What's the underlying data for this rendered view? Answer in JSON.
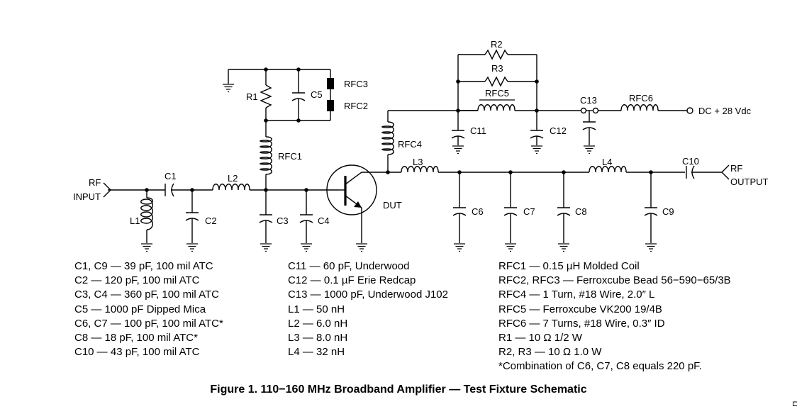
{
  "labels": {
    "rf_input_1": "RF",
    "rf_input_2": "INPUT",
    "rf_output_1": "RF",
    "rf_output_2": "OUTPUT",
    "dut": "DUT",
    "dc_supply": "DC + 28 Vdc",
    "C1": "C1",
    "C2": "C2",
    "C3": "C3",
    "C4": "C4",
    "C5": "C5",
    "C6": "C6",
    "C7": "C7",
    "C8": "C8",
    "C9": "C9",
    "C10": "C10",
    "C11": "C11",
    "C12": "C12",
    "C13": "C13",
    "L1": "L1",
    "L2": "L2",
    "L3": "L3",
    "L4": "L4",
    "R1": "R1",
    "R2": "R2",
    "R3": "R3",
    "RFC1": "RFC1",
    "RFC2": "RFC2",
    "RFC3": "RFC3",
    "RFC4": "RFC4",
    "RFC5": "RFC5",
    "RFC6": "RFC6"
  },
  "parts_list": {
    "column1": [
      "C1, C9 — 39 pF, 100 mil ATC",
      "C2 — 120 pF, 100 mil ATC",
      "C3, C4 — 360 pF, 100 mil ATC",
      "C5 — 1000 pF Dipped Mica",
      "C6, C7 — 100 pF, 100 mil ATC*",
      "C8 — 18 pF, 100 mil ATC*",
      "C10 — 43 pF, 100 mil ATC"
    ],
    "column2": [
      "C11 — 60 pF, Underwood",
      "C12 — 0.1 µF Erie Redcap",
      "C13 — 1000 pF, Underwood J102",
      "L1 — 50 nH",
      "L2 — 6.0 nH",
      "L3 — 8.0 nH",
      "L4 — 32 nH"
    ],
    "column3": [
      "RFC1 — 0.15 µH Molded Coil",
      "RFC2, RFC3 — Ferroxcube Bead 56−590−65/3B",
      "RFC4 — 1 Turn, #18 Wire, 2.0″ L",
      "RFC5 — Ferroxcube VK200 19/4B",
      "RFC6 — 7 Turns, #18 Wire, 0.3″ ID",
      "R1 — 10 Ω 1/2 W",
      "R2, R3 — 10 Ω 1.0 W",
      "*Combination of C6, C7, C8 equals 220 pF."
    ]
  },
  "caption": "Figure 1. 110−160 MHz Broadband Amplifier — Test Fixture Schematic",
  "edge_mark": "⊏"
}
